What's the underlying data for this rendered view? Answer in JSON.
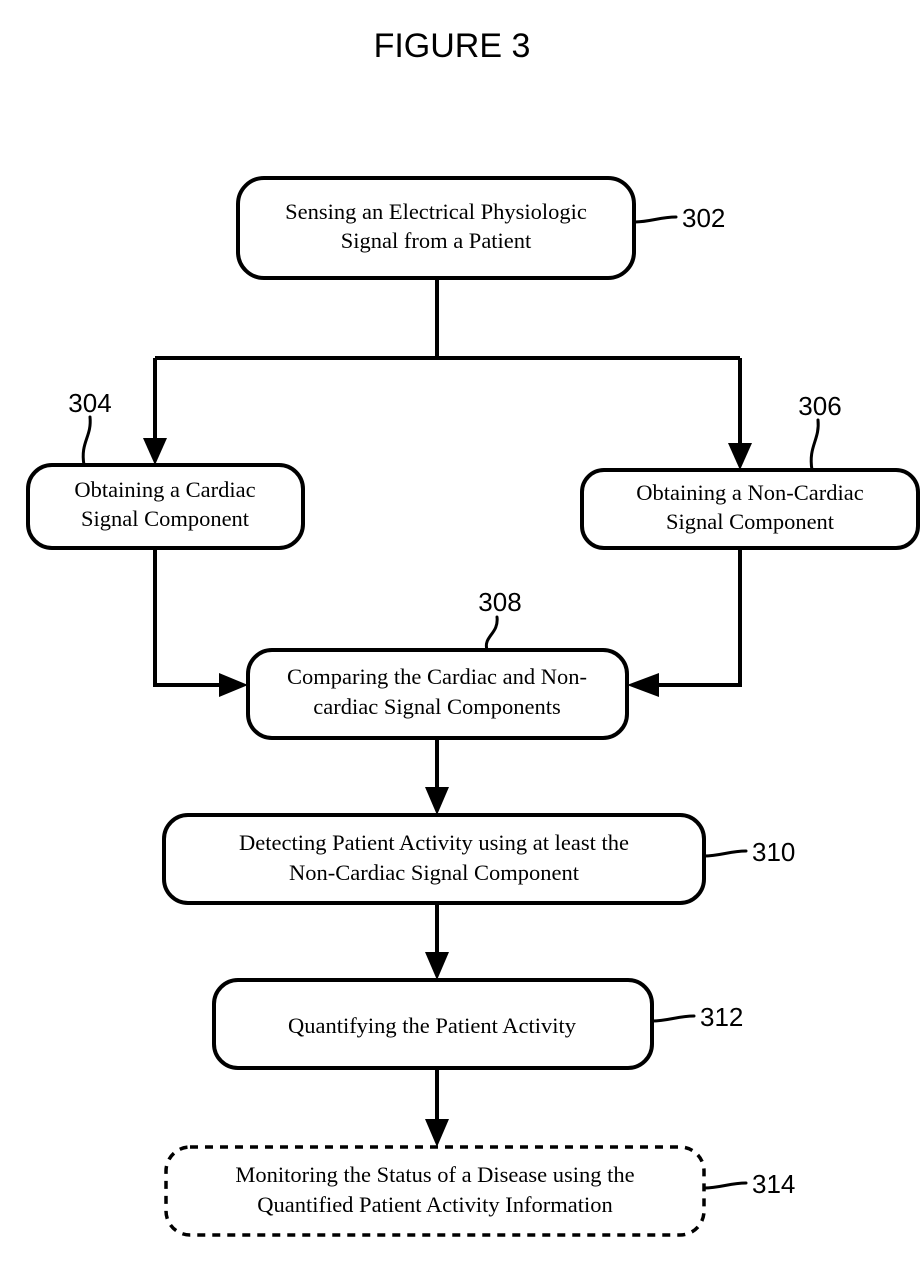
{
  "figure": {
    "title": "FIGURE 3",
    "type": "patent-flowchart",
    "background_color": "#ffffff",
    "line_color": "#000000"
  },
  "nodes": [
    {
      "id": "302",
      "ref": "302",
      "lines": [
        "Sensing an Electrical Physiologic",
        "Signal from a Patient"
      ],
      "border": "solid",
      "shape": "rounded-rectangle"
    },
    {
      "id": "304",
      "ref": "304",
      "lines": [
        "Obtaining a Cardiac",
        "Signal Component"
      ],
      "border": "solid",
      "shape": "rounded-rectangle"
    },
    {
      "id": "306",
      "ref": "306",
      "lines": [
        "Obtaining a Non-Cardiac",
        "Signal Component"
      ],
      "border": "solid",
      "shape": "rounded-rectangle"
    },
    {
      "id": "308",
      "ref": "308",
      "lines": [
        "Comparing the Cardiac and Non-",
        "cardiac Signal Components"
      ],
      "border": "solid",
      "shape": "rounded-rectangle"
    },
    {
      "id": "310",
      "ref": "310",
      "lines": [
        "Detecting Patient Activity using at least the",
        "Non-Cardiac Signal Component"
      ],
      "border": "solid",
      "shape": "rounded-rectangle"
    },
    {
      "id": "312",
      "ref": "312",
      "lines": [
        "Quantifying the Patient Activity"
      ],
      "border": "solid",
      "shape": "rounded-rectangle"
    },
    {
      "id": "314",
      "ref": "314",
      "lines": [
        "Monitoring the Status of a Disease using the",
        "Quantified Patient Activity Information"
      ],
      "border": "dashed",
      "shape": "rounded-rectangle"
    }
  ],
  "edges": [
    {
      "from": "302",
      "to": "304",
      "style": "split-branch-arrow"
    },
    {
      "from": "302",
      "to": "306",
      "style": "split-branch-arrow"
    },
    {
      "from": "304",
      "to": "308",
      "style": "elbow-right-arrow"
    },
    {
      "from": "306",
      "to": "308",
      "style": "elbow-left-arrow"
    },
    {
      "from": "308",
      "to": "310",
      "style": "straight-down-arrow"
    },
    {
      "from": "310",
      "to": "312",
      "style": "straight-down-arrow"
    },
    {
      "from": "312",
      "to": "314",
      "style": "straight-down-arrow"
    }
  ]
}
